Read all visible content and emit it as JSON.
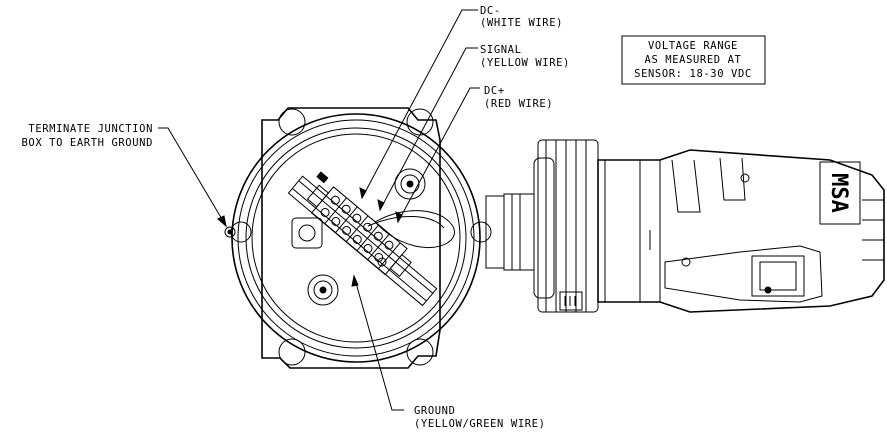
{
  "callouts": {
    "dc_minus": {
      "line1": "DC-",
      "line2": "(WHITE WIRE)"
    },
    "signal": {
      "line1": "SIGNAL",
      "line2": "(YELLOW WIRE)"
    },
    "dc_plus": {
      "line1": "DC+",
      "line2": "(RED WIRE)"
    },
    "ground": {
      "line1": "GROUND",
      "line2": "(YELLOW/GREEN WIRE)"
    },
    "earth": {
      "line1": "TERMINATE JUNCTION",
      "line2": "BOX TO EARTH GROUND"
    }
  },
  "voltage_box": {
    "line1": "VOLTAGE RANGE",
    "line2": "AS MEASURED AT",
    "line3": "SENSOR: 18-30 VDC"
  },
  "brand": {
    "logo_text": "MSA"
  },
  "colors": {
    "ink": "#000000",
    "paper": "#ffffff"
  }
}
